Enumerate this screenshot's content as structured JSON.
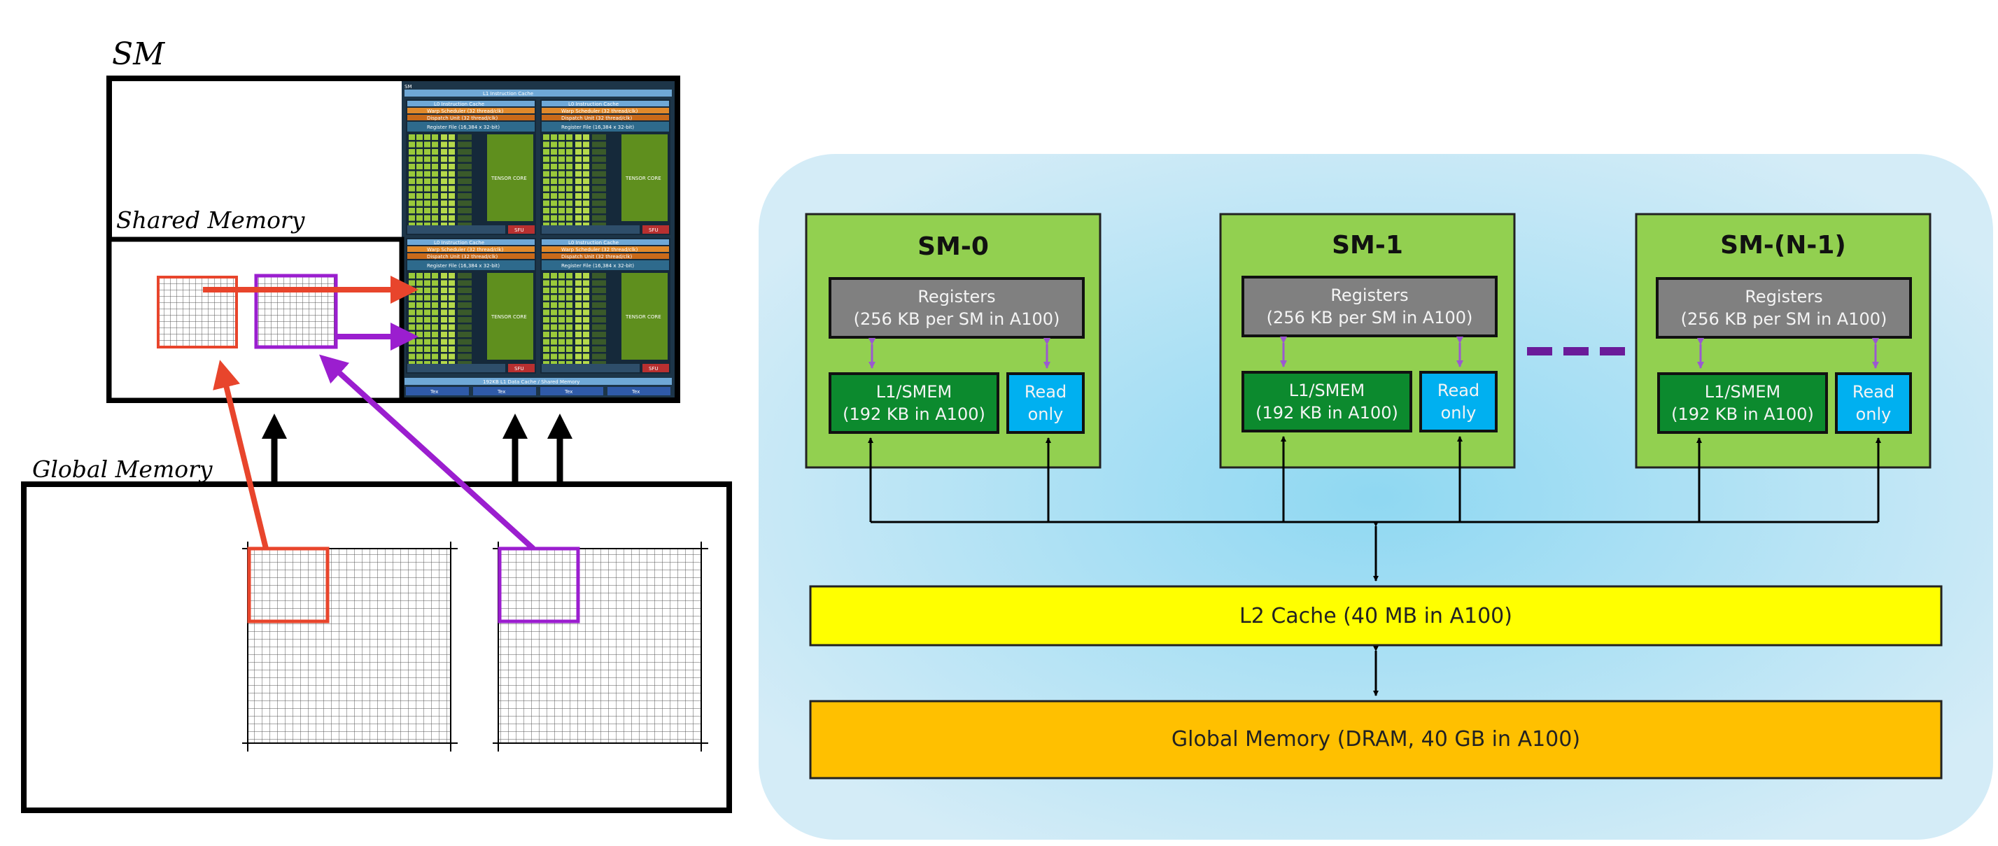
{
  "left": {
    "sm_label": "SM",
    "shared_memory_label": "Shared Memory",
    "global_memory_label": "Global Memory",
    "die": {
      "title": "SM",
      "l1_instruction_cache": "L1 Instruction Cache",
      "l0_instruction_cache": "L0 Instruction Cache",
      "warp_scheduler": "Warp Scheduler (32 thread/clk)",
      "dispatch_unit": "Dispatch Unit (32 thread/clk)",
      "register_file": "Register File (16,384 x 32-bit)",
      "tensor_core": "TENSOR CORE",
      "sfu": "SFU",
      "l1_data_cache": "192KB L1 Data Cache / Shared Memory",
      "tex": "Tex"
    },
    "colors": {
      "red": "#e8452c",
      "purple": "#9b1ecf",
      "black": "#000000"
    }
  },
  "right": {
    "sms": [
      {
        "title": "SM-0",
        "registers_line1": "Registers",
        "registers_line2": "(256 KB per SM in A100)",
        "l1_line1": "L1/SMEM",
        "l1_line2": "(192 KB in A100)",
        "ro_line1": "Read",
        "ro_line2": "only"
      },
      {
        "title": "SM-1",
        "registers_line1": "Registers",
        "registers_line2": "(256 KB per SM in A100)",
        "l1_line1": "L1/SMEM",
        "l1_line2": "(192 KB in A100)",
        "ro_line1": "Read",
        "ro_line2": "only"
      },
      {
        "title": "SM-(N-1)",
        "registers_line1": "Registers",
        "registers_line2": "(256 KB per SM in A100)",
        "l1_line1": "L1/SMEM",
        "l1_line2": "(192 KB in A100)",
        "ro_line1": "Read",
        "ro_line2": "only"
      }
    ],
    "l2_cache": "L2 Cache (40 MB in A100)",
    "global_memory": "Global Memory (DRAM, 40 GB in A100)",
    "colors": {
      "sm_green": "#92d050",
      "l1_green": "#0c8a2e",
      "readonly_blue": "#00b0f0",
      "registers_gray": "#808080",
      "l2_yellow": "#ffff00",
      "global_orange": "#ffc000",
      "arrow_purple": "#9b59d0",
      "dash_purple": "#6a1b9a"
    }
  }
}
